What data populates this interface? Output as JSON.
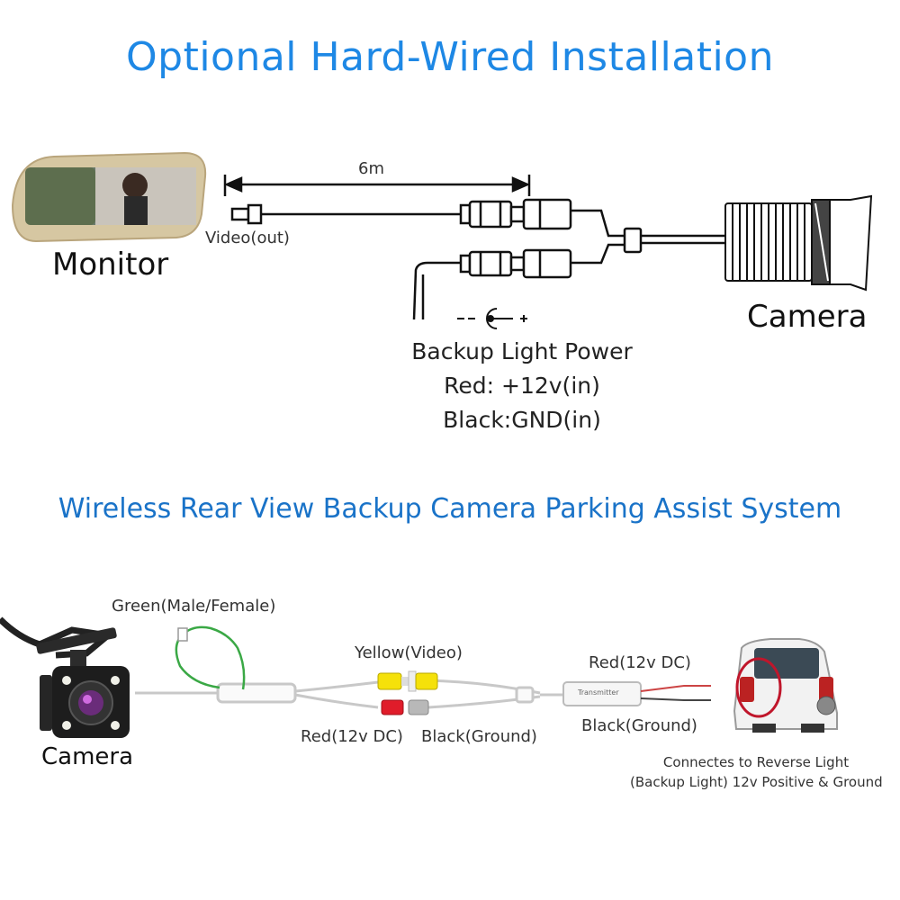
{
  "top": {
    "title": "Optional Hard-Wired Installation",
    "distance_label": "6m",
    "video_out_label": "Video(out)",
    "monitor_label": "Monitor",
    "camera_label": "Camera",
    "power_polarity": "- -C- +",
    "power_title": "Backup Light Power",
    "power_red": "Red: +12v(in)",
    "power_black": "Black:GND(in)"
  },
  "bottom": {
    "title": "Wireless Rear View Backup Camera Parking Assist System",
    "green_label": "Green(Male/Female)",
    "camera_label": "Camera",
    "yellow_label": "Yellow(Video)",
    "red_label_left": "Red(12v DC)",
    "black_label_left": "Black(Ground)",
    "red_label_right": "Red(12v DC)",
    "black_label_right": "Black(Ground)",
    "transmitter_label": "Transmitter",
    "connect_line1": "Connectes to Reverse Light",
    "connect_line2": "(Backup Light) 12v Positive & Ground"
  },
  "colors": {
    "title": "#1e88e5",
    "subtitle": "#1a73c8",
    "yellow_plug": "#f5e10a",
    "red_plug": "#e01c2a",
    "grey_plug": "#b8b8b8",
    "green_wire": "#3aa845"
  }
}
